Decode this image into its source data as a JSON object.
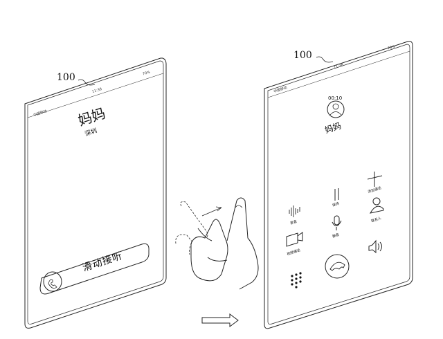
{
  "reference_numeral": "100",
  "left_phone": {
    "status": {
      "carrier": "中国移动",
      "time": "11:38",
      "battery": "70%"
    },
    "caller_name": "妈妈",
    "caller_location": "深圳",
    "slide_label": "滑动接听"
  },
  "right_phone": {
    "status": {
      "carrier": "中国移动",
      "time": "11:38",
      "battery": "70%"
    },
    "call_timer": "00:10",
    "caller_name": "妈妈",
    "buttons": [
      {
        "label": "录音",
        "icon": "recording-icon"
      },
      {
        "label": "保持",
        "icon": "hold-icon"
      },
      {
        "label": "添加通话",
        "icon": "add-call-icon"
      },
      {
        "label": "视频通话",
        "icon": "video-call-icon"
      },
      {
        "label": "静音",
        "icon": "mute-icon"
      },
      {
        "label": "联系人",
        "icon": "contacts-icon"
      },
      {
        "label": "",
        "icon": "keypad-icon"
      },
      {
        "label": "",
        "icon": "hang-up-icon"
      },
      {
        "label": "",
        "icon": "speaker-icon"
      }
    ]
  },
  "transition_arrow": "right-arrow-icon",
  "gesture": "hand-swipe-gesture"
}
